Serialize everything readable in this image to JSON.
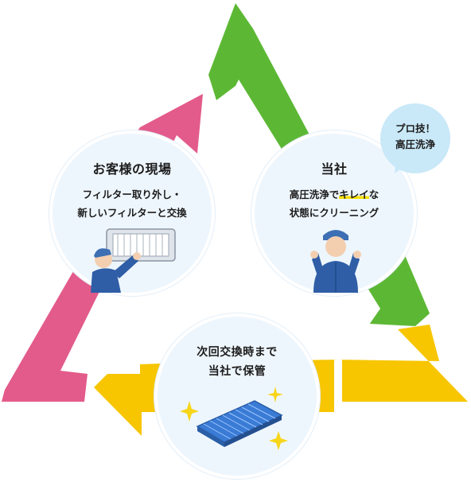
{
  "colors": {
    "pink": "#e35b8a",
    "green": "#5cb834",
    "yellow": "#f7c600",
    "circle_bg": "#eef6fd",
    "bubble_bg": "#c9e8f8",
    "highlight": "#f6e000"
  },
  "customer": {
    "title": "お客様の現場",
    "line1": "フィルター取り外し・",
    "line2": "新しいフィルターと交換",
    "illustration": "worker-replacing-filter-icon"
  },
  "company": {
    "title": "当社",
    "line1_pre": "高圧洗浄で",
    "line1_hl": "キレイ",
    "line1_post": "な",
    "line2": "状態にクリーニング",
    "illustration": "worker-thumbs-up-icon"
  },
  "storage": {
    "line1": "次回交換時まで",
    "line2": "当社で保管",
    "illustration": "clean-filter-sparkle-icon"
  },
  "bubble": {
    "line1": "プロ技！",
    "line2": "高圧洗浄"
  }
}
